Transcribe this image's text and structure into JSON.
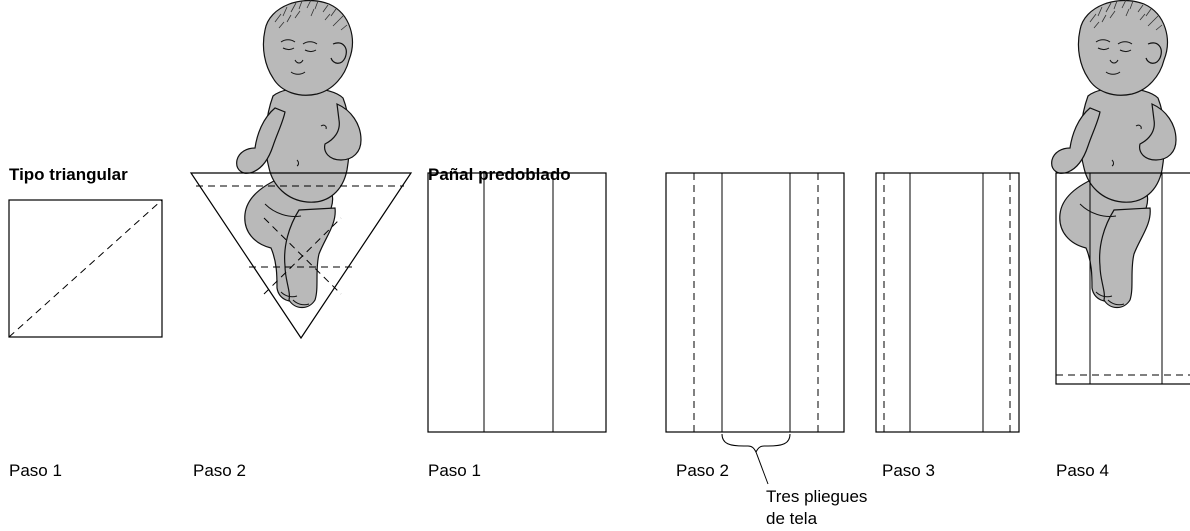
{
  "sections": {
    "triangular": {
      "heading": "Tipo triangular"
    },
    "prefolded": {
      "heading": "Pañal predoblado"
    }
  },
  "steps": {
    "tri_step1": "Paso 1",
    "tri_step2": "Paso 2",
    "pre_step1": "Paso 1",
    "pre_step2": "Paso 2",
    "pre_step3": "Paso 3",
    "pre_step4": "Paso 4"
  },
  "annotation": {
    "line1": "Tres pliegues",
    "line2": "de tela"
  },
  "colors": {
    "baby_fill": "#b9b9b9",
    "line": "#000000"
  }
}
